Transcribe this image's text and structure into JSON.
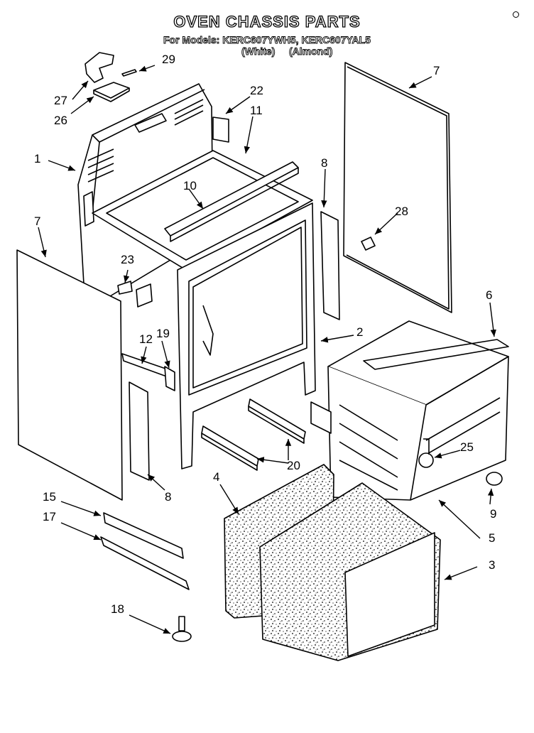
{
  "header": {
    "title": "OVEN CHASSIS PARTS",
    "models_line": "For Models: KERC607YWH5, KERC607YAL5",
    "variant_white": "(White)",
    "variant_almond": "(Almond)"
  },
  "callouts": [
    "29",
    "27",
    "26",
    "22",
    "11",
    "1",
    "7",
    "7",
    "8",
    "10",
    "28",
    "23",
    "12",
    "19",
    "2",
    "6",
    "25",
    "20",
    "8",
    "9",
    "4",
    "15",
    "17",
    "5",
    "3",
    "18"
  ]
}
